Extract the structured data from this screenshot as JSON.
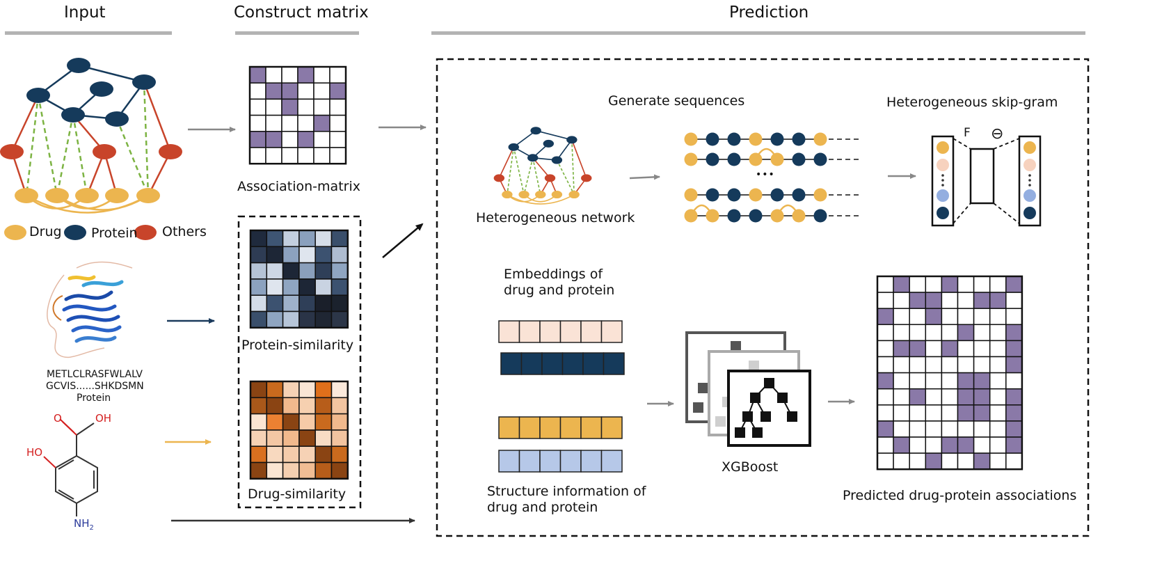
{
  "sections": {
    "input": "Input",
    "construct": "Construct matrix",
    "prediction": "Prediction"
  },
  "legend": {
    "drug": "Drug",
    "protein": "Protein",
    "others": "Others"
  },
  "protein_input": {
    "sequence_line1": "METLCLRASFWLALV",
    "sequence_line2": "GCVIS......SHKDSMN",
    "caption": "Protein"
  },
  "drug_input": {
    "atom_o": "O",
    "atom_oh": "OH",
    "atom_ho": "HO",
    "atom_n": "NH",
    "atom_n_sub": "2"
  },
  "matrices": {
    "association": "Association-matrix",
    "protein_similarity": "Protein-similarity",
    "drug_similarity": "Drug-similarity"
  },
  "prediction": {
    "generate_sequences": "Generate sequences",
    "skipgram": "Heterogeneous skip-gram",
    "hetero_network": "Heterogeneous network",
    "embeddings_line1": "Embeddings of",
    "embeddings_line2": "drug and protein",
    "structure_line1": "Structure information of",
    "structure_line2": "drug and protein",
    "xgboost": "XGBoost",
    "predicted": "Predicted drug-protein associations",
    "ellipsis": "•••",
    "f_label": "F",
    "minus_label": "⊖"
  },
  "colors": {
    "drug": "#ecb54f",
    "protein": "#153a5b",
    "others": "#c8442a",
    "association": "#8a79a8",
    "green_dash": "#7cb342",
    "arrow_gray": "#888888",
    "arrow_navy": "#1a3a5c",
    "arrow_yellow": "#ecb54f"
  },
  "grids": {
    "association_matrix": [
      [
        1,
        0,
        0,
        1,
        0,
        0
      ],
      [
        0,
        1,
        1,
        0,
        0,
        1
      ],
      [
        0,
        0,
        1,
        0,
        0,
        0
      ],
      [
        0,
        0,
        0,
        0,
        1,
        0
      ],
      [
        1,
        1,
        0,
        1,
        0,
        0
      ],
      [
        0,
        0,
        0,
        0,
        0,
        0
      ]
    ],
    "protein_similarity_shades": [
      [
        "#1f2a3d",
        "#3e5573",
        "#c3cfdf",
        "#8aa0bd",
        "#d6dee9",
        "#3a4f6b"
      ],
      [
        "#2e3c54",
        "#1d2636",
        "#8ca2bf",
        "#dfe5ee",
        "#3c5270",
        "#aebcd0"
      ],
      [
        "#b5c3d6",
        "#cdd7e5",
        "#1d2636",
        "#8a9fbb",
        "#2f3f58",
        "#8fa5c1"
      ],
      [
        "#8ca2bf",
        "#dfe5ee",
        "#8fa5c1",
        "#1d2636",
        "#c9d3e2",
        "#3c5270"
      ],
      [
        "#d3dce8",
        "#3c5270",
        "#9eb1ca",
        "#2f3f58",
        "#1a1f2a",
        "#1b222d"
      ],
      [
        "#3a4f6b",
        "#8fa5c1",
        "#b6c5d8",
        "#2a3447",
        "#1f2633",
        "#2c3648"
      ]
    ],
    "drug_similarity_shades": [
      [
        "#8a4413",
        "#c96a1e",
        "#f6d2b5",
        "#f9e5d5",
        "#df6f1b",
        "#fbe9db"
      ],
      [
        "#a9581a",
        "#8a4413",
        "#f1b98d",
        "#f6d0b0",
        "#b75d1a",
        "#f2c4a0"
      ],
      [
        "#fbe5d2",
        "#ec8132",
        "#8a4413",
        "#f6cba8",
        "#c96a1e",
        "#f1b98d"
      ],
      [
        "#f6d2b5",
        "#f4c7a4",
        "#f1b98d",
        "#8a4413",
        "#f8dcc4",
        "#f2c4a0"
      ],
      [
        "#d97020",
        "#f8d9bf",
        "#f5ccab",
        "#f6d2b5",
        "#8a4413",
        "#c96a1e"
      ],
      [
        "#8a4413",
        "#fbe5d2",
        "#f5cfb0",
        "#f1bd94",
        "#b75d1a",
        "#8a4413"
      ]
    ],
    "predicted_matrix": [
      [
        0,
        1,
        0,
        0,
        1,
        0,
        0,
        0,
        1
      ],
      [
        0,
        0,
        1,
        1,
        0,
        0,
        1,
        1,
        0
      ],
      [
        1,
        0,
        0,
        1,
        0,
        0,
        0,
        0,
        0
      ],
      [
        0,
        0,
        0,
        0,
        0,
        1,
        0,
        0,
        1
      ],
      [
        0,
        1,
        1,
        0,
        1,
        0,
        0,
        0,
        1
      ],
      [
        0,
        0,
        0,
        0,
        0,
        0,
        0,
        0,
        1
      ],
      [
        1,
        0,
        0,
        0,
        0,
        1,
        1,
        0,
        0
      ],
      [
        0,
        0,
        1,
        0,
        0,
        1,
        1,
        0,
        1
      ],
      [
        0,
        0,
        0,
        0,
        0,
        1,
        1,
        0,
        1
      ],
      [
        1,
        0,
        0,
        0,
        0,
        0,
        0,
        0,
        1
      ],
      [
        0,
        1,
        0,
        0,
        1,
        1,
        0,
        0,
        1
      ],
      [
        0,
        0,
        0,
        1,
        0,
        0,
        1,
        0,
        0
      ]
    ],
    "embedding_drug_color": "#fae3d6",
    "embedding_protein_color": "#153a5b",
    "structure_drug_color": "#ecb54f",
    "structure_protein_color": "#b6c8e8"
  }
}
